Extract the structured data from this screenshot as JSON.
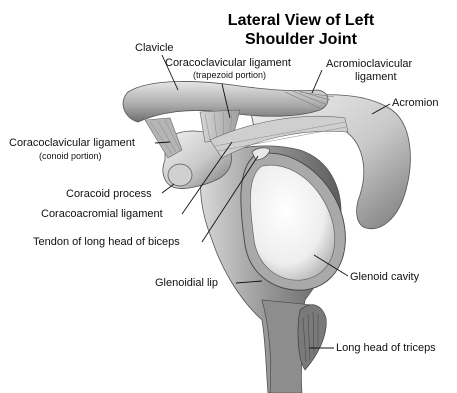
{
  "title": {
    "line1": "Lateral View of Left",
    "line2": "Shoulder Joint"
  },
  "labels": {
    "clavicle": "Clavicle",
    "coracoclavicular_trapezoid": "Coracoclavicular ligament",
    "coracoclavicular_trapezoid_sub": "(trapezoid portion)",
    "acromioclavicular_line1": "Acromioclavicular",
    "acromioclavicular_line2": "ligament",
    "acromion": "Acromion",
    "coracoclavicular_conoid": "Coracoclavicular ligament",
    "coracoclavicular_conoid_sub": "(conoid portion)",
    "coracoid_process": "Coracoid process",
    "coracoacromial_ligament": "Coracoacromial ligament",
    "tendon_biceps": "Tendon of long head of biceps",
    "glenoidial_lip": "Glenoidial lip",
    "glenoid_cavity": "Glenoid cavity",
    "long_head_triceps": "Long head of triceps"
  },
  "colors": {
    "bone_light": "#e8e8e8",
    "bone_mid": "#b8b8b8",
    "bone_dark": "#6a6a6a",
    "leader_line": "#111111"
  }
}
